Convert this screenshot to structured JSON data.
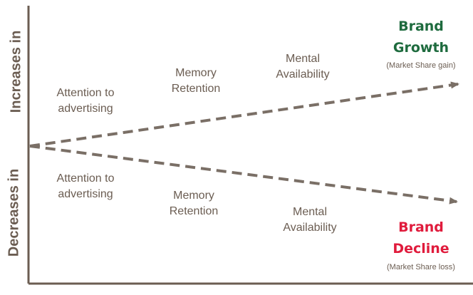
{
  "axis": {
    "top_label": "Increases in",
    "bottom_label": "Decreases in"
  },
  "upper_path": {
    "steps": [
      {
        "line1": "Attention to",
        "line2": "advertising"
      },
      {
        "line1": "Memory",
        "line2": "Retention"
      },
      {
        "line1": "Mental",
        "line2": "Availability"
      }
    ],
    "outcome": {
      "line1": "Brand",
      "line2": "Growth",
      "note": "(Market Share gain)",
      "color": "#1e6b3e"
    }
  },
  "lower_path": {
    "steps": [
      {
        "line1": "Attention to",
        "line2": "advertising"
      },
      {
        "line1": "Memory",
        "line2": "Retention"
      },
      {
        "line1": "Mental",
        "line2": "Availability"
      }
    ],
    "outcome": {
      "line1": "Brand",
      "line2": "Decline",
      "note": "(Market Share loss)",
      "color": "#e01b3c"
    }
  },
  "colors": {
    "axis": "#6b5d52",
    "arrow": "#7a6f66",
    "text": "#6b5d52"
  }
}
